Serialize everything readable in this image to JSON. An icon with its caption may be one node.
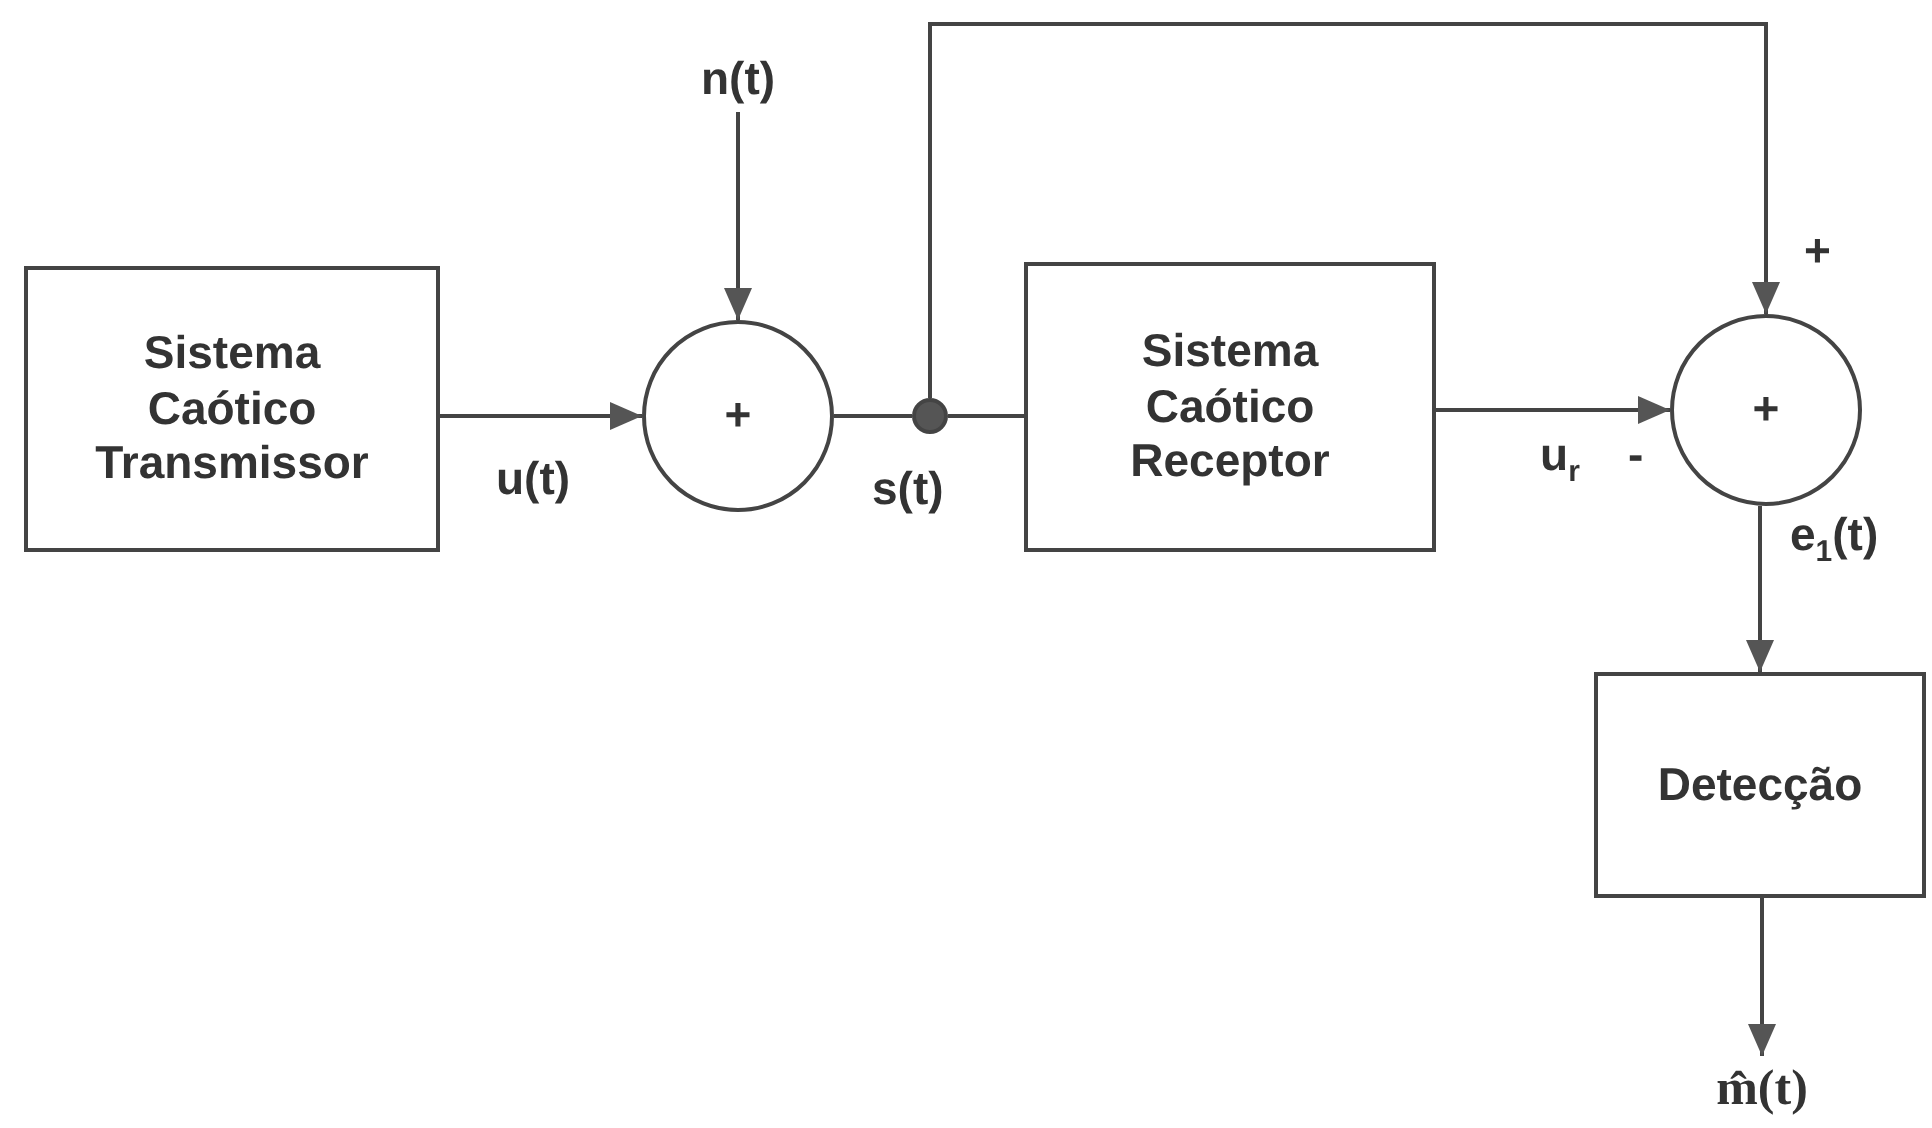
{
  "diagram": {
    "nodes": [
      {
        "text": [
          "Sistema Caótico Transmissor"
        ]
      },
      {
        "text": [
          "n(t)"
        ]
      },
      {
        "text": [
          "+"
        ]
      },
      {
        "text": [],
        "shape": "circle",
        "beside": [
          "s(t)"
        ]
      },
      {
        "text": [
          "Sistema Caótico Receptor"
        ]
      },
      {
        "text": [
          "+"
        ]
      },
      {
        "text": [
          "Detecção"
        ]
      },
      {
        "text": [
          "m̂(t)"
        ]
      }
    ],
    "edges": [
      {
        "from": 0,
        "to": 2,
        "arrow": "to",
        "label": "u(t)"
      },
      {
        "from": 1,
        "to": 2,
        "arrow": "to"
      },
      {
        "from": 2,
        "to": 3,
        "arrow": "none"
      },
      {
        "from": 3,
        "to": 4,
        "arrow": "none"
      },
      {
        "from": 3,
        "to": 5,
        "arrow": "to"
      },
      {
        "from": 4,
        "to": 5,
        "arrow": "to",
        "label": "u$_{r}$"
      },
      {
        "from": 5,
        "to": 6,
        "arrow": "to",
        "label": "e$_{1}$(t)"
      },
      {
        "from": 6,
        "to": 7,
        "arrow": "to"
      }
    ],
    "labels": [
      "+",
      "-"
    ]
  }
}
